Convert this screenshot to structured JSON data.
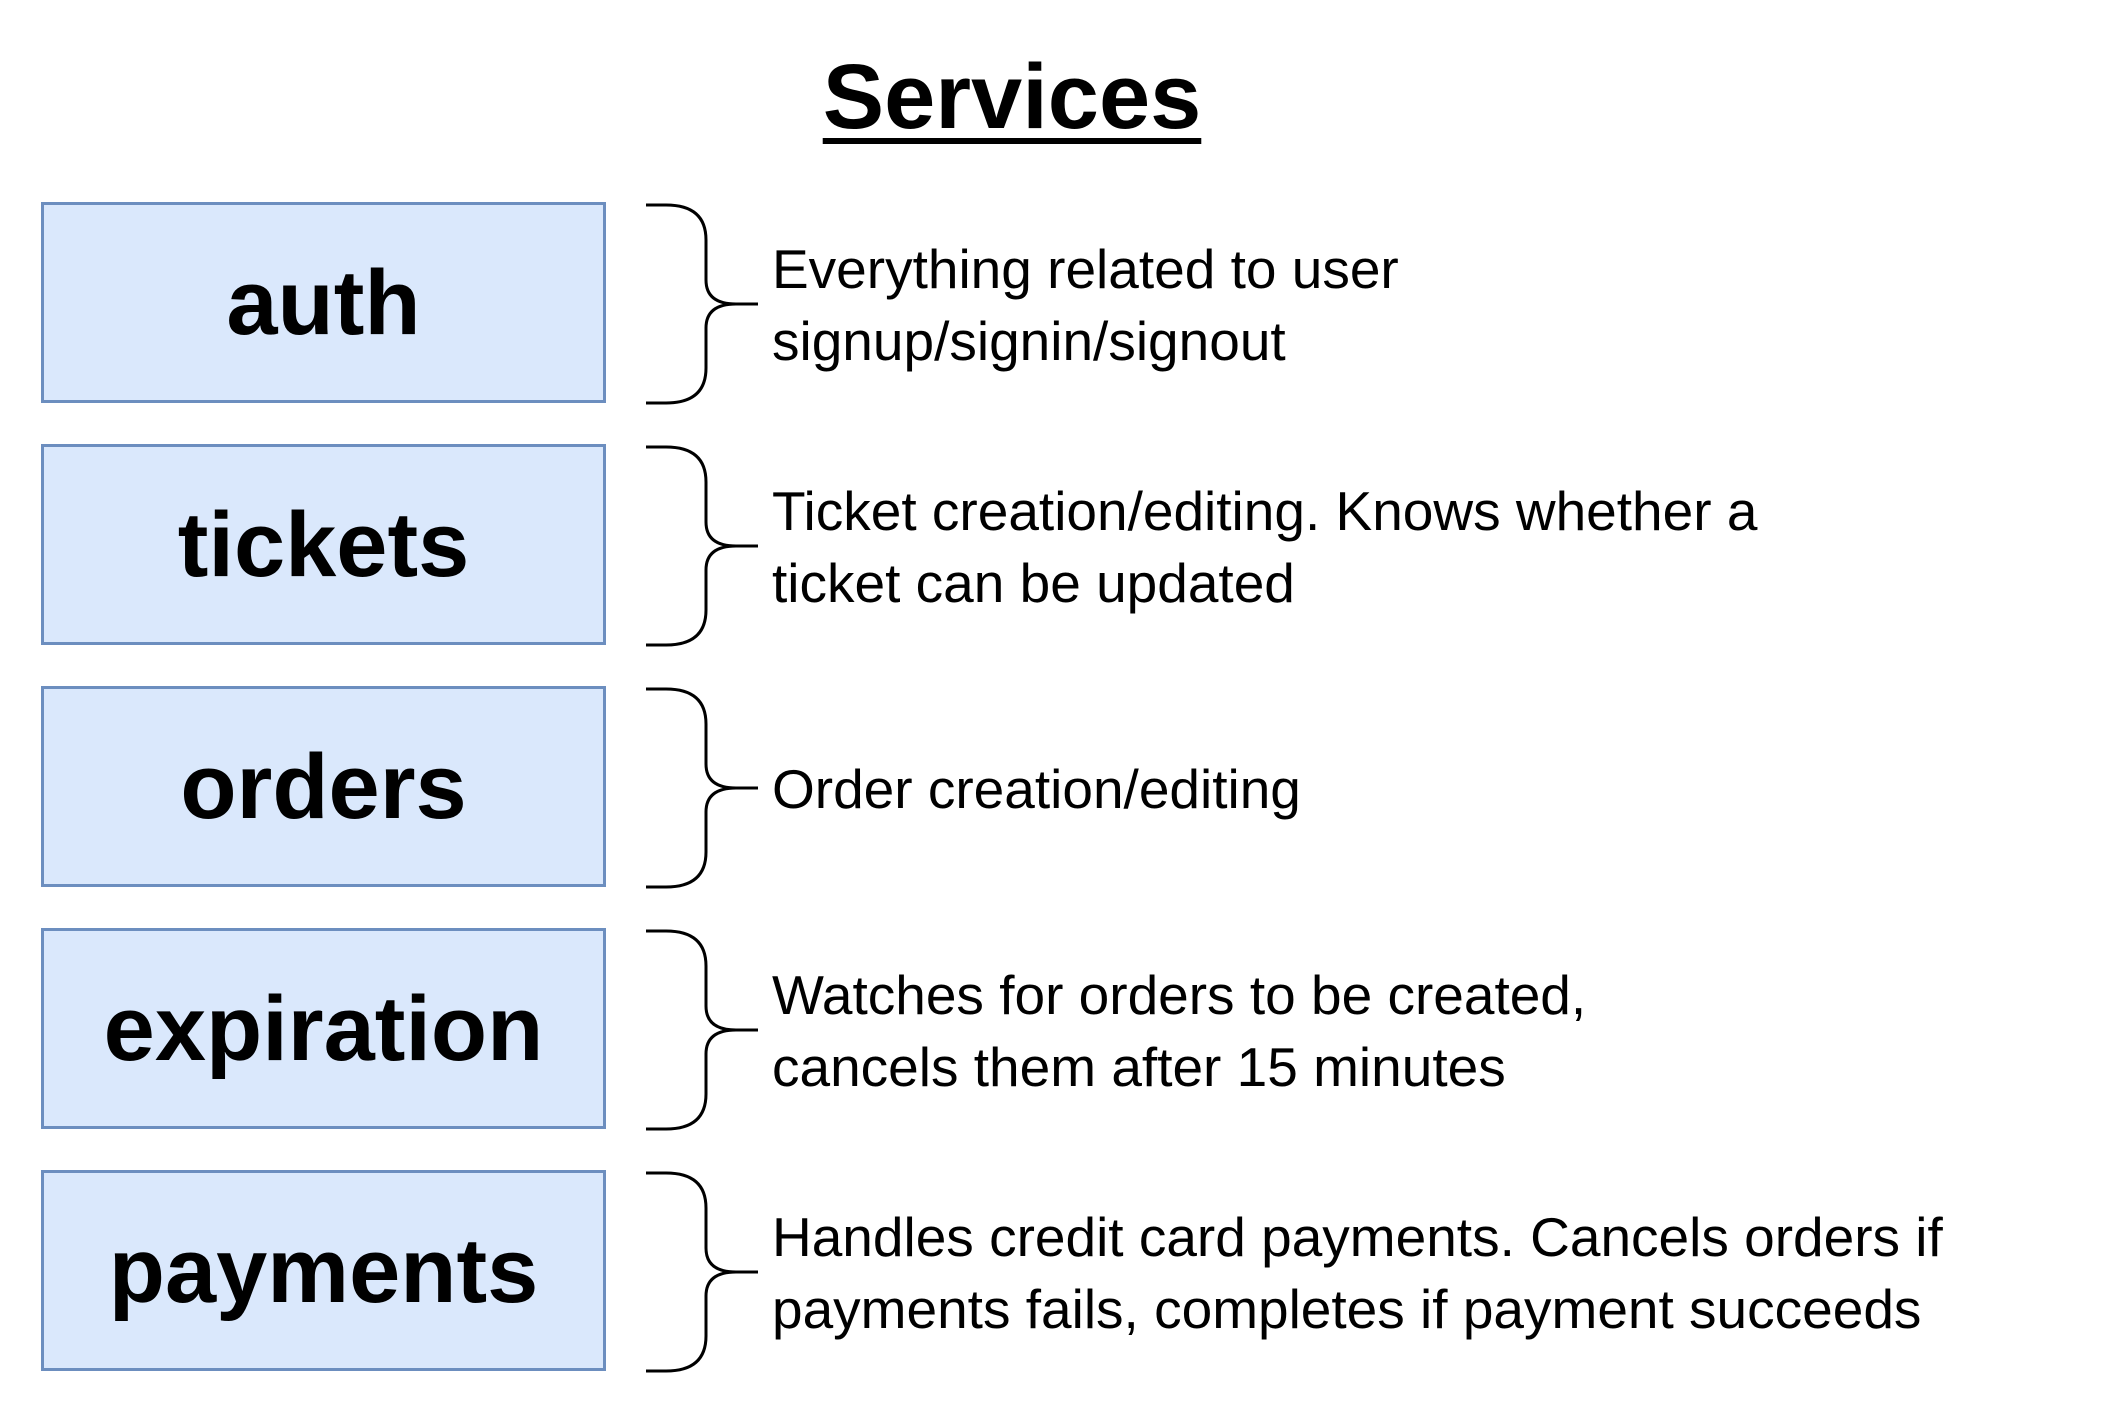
{
  "title": "Services",
  "services": [
    {
      "name": "auth",
      "description": [
        "Everything related to user",
        "signup/signin/signout"
      ]
    },
    {
      "name": "tickets",
      "description": [
        "Ticket creation/editing.  Knows whether a",
        "ticket can be updated"
      ]
    },
    {
      "name": "orders",
      "description": [
        "Order creation/editing"
      ]
    },
    {
      "name": "expiration",
      "description": [
        "Watches for orders to be created,",
        "cancels them after 15 minutes"
      ]
    },
    {
      "name": "payments",
      "description": [
        "Handles credit card payments.  Cancels orders if",
        "payments fails, completes if payment succeeds"
      ]
    }
  ],
  "colors": {
    "box_fill": "#dae8fc",
    "box_border": "#6c8ebf",
    "text": "#000000"
  }
}
